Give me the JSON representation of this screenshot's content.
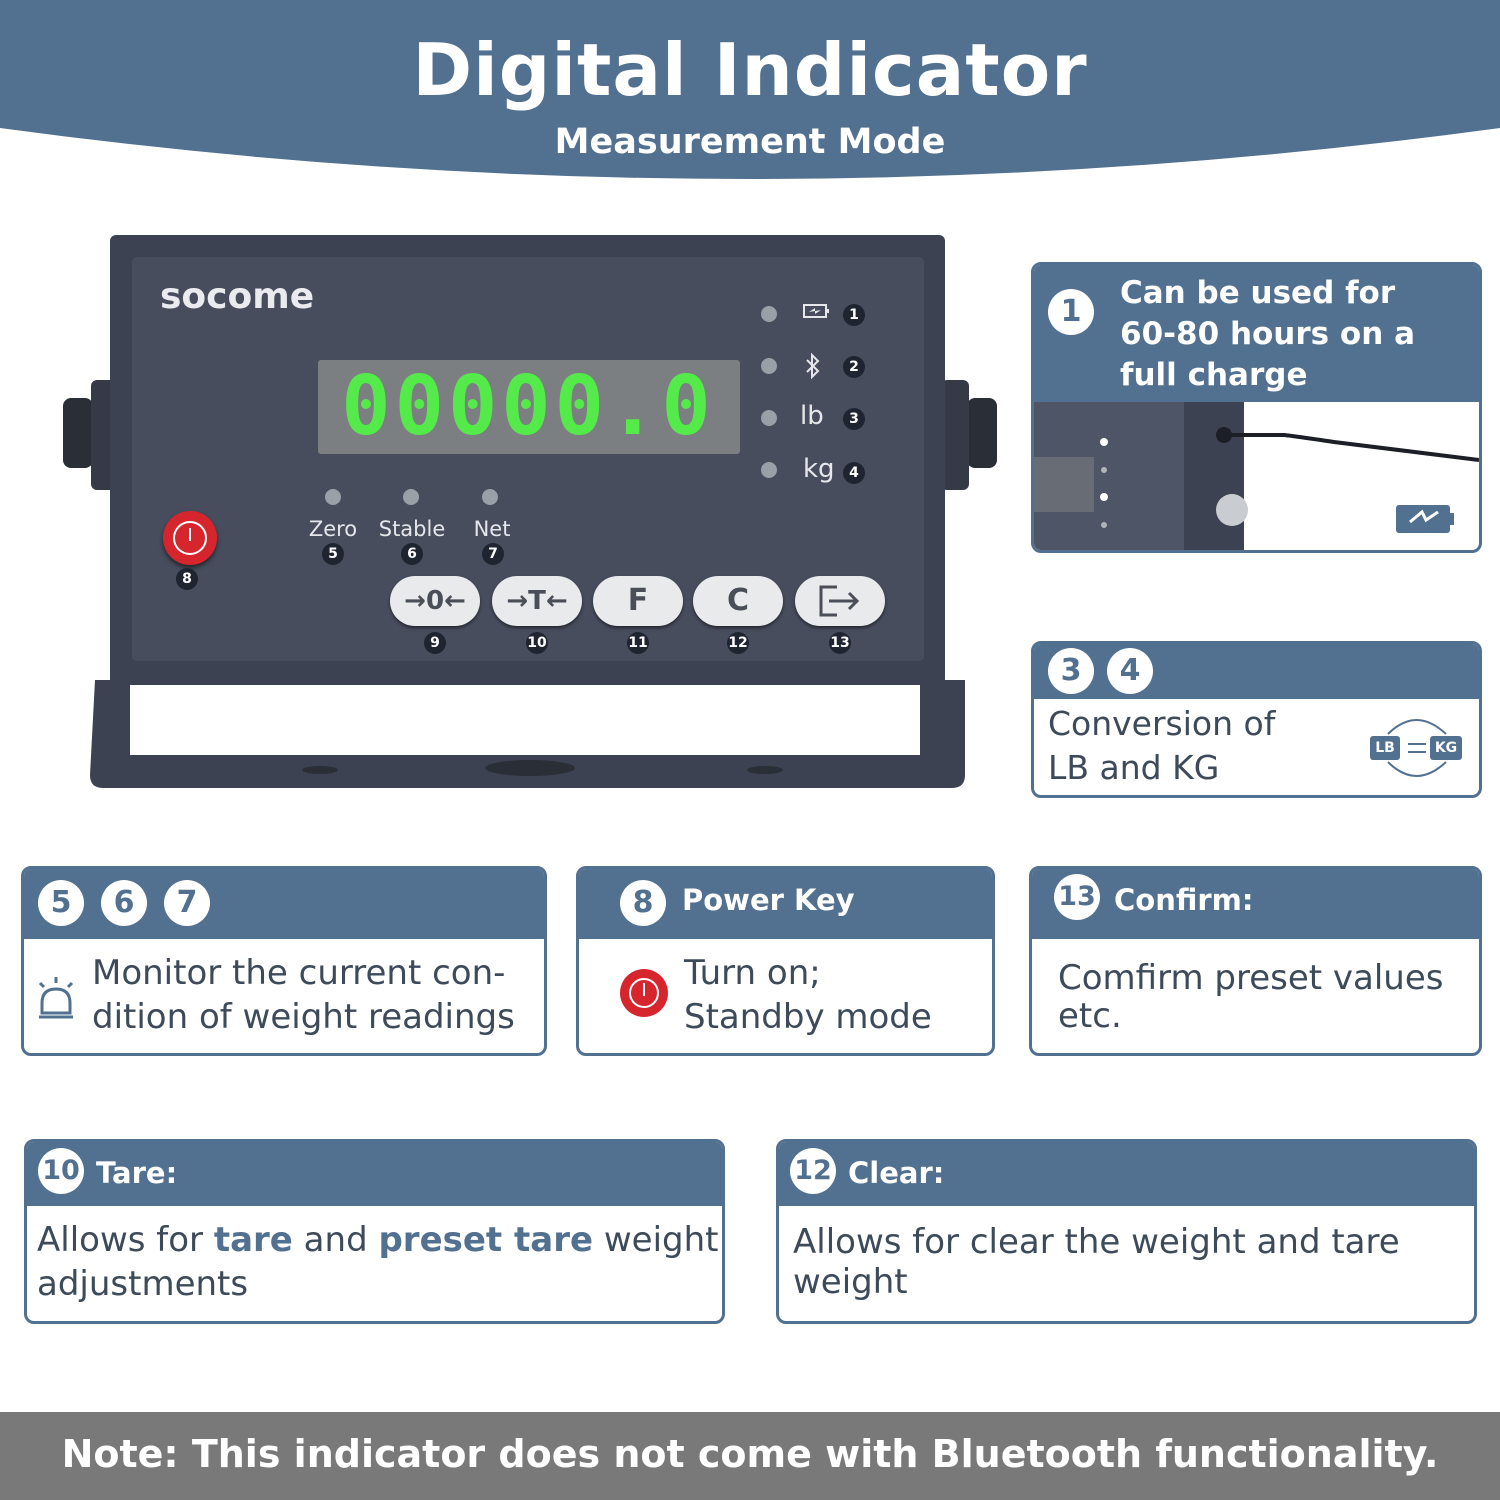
{
  "header": {
    "title": "Digital Indicator",
    "subtitle": "Measurement Mode"
  },
  "device": {
    "brand": "socome",
    "display_value": "00000.0",
    "indicator_rows": [
      {
        "icon": "battery-charging-icon",
        "label": "",
        "num": "1"
      },
      {
        "icon": "bluetooth-icon",
        "label": "",
        "num": "2"
      },
      {
        "icon": "",
        "label": "lb",
        "num": "3"
      },
      {
        "icon": "",
        "label": "kg",
        "num": "4"
      }
    ],
    "status_leds": [
      {
        "label": "Zero",
        "num": "5"
      },
      {
        "label": "Stable",
        "num": "6"
      },
      {
        "label": "Net",
        "num": "7"
      }
    ],
    "power_num": "8",
    "keys": [
      {
        "label": "→0←",
        "num": "9"
      },
      {
        "label": "→T←",
        "num": "10"
      },
      {
        "label": "F",
        "num": "11"
      },
      {
        "label": "C",
        "num": "12"
      },
      {
        "label": "",
        "icon": "confirm-icon",
        "num": "13"
      }
    ]
  },
  "callouts": {
    "battery": {
      "num": "1",
      "text_line1": "Can be used for",
      "text_line2": "60-80 hours on a",
      "text_line3": "full charge"
    },
    "units": {
      "num_a": "3",
      "num_b": "4",
      "text_line1": "Conversion of",
      "text_line2": "LB and KG",
      "badge_lb": "LB",
      "badge_kg": "KG"
    },
    "status": {
      "num_a": "5",
      "num_b": "6",
      "num_c": "7",
      "text_line1": "Monitor the current con-",
      "text_line2": "dition of weight readings"
    },
    "power": {
      "num": "8",
      "title": "Power Key",
      "text_line1": "Turn on;",
      "text_line2": "Standby mode"
    },
    "confirm": {
      "num": "13",
      "title": "Confirm:",
      "text_line1": "Comfirm preset values",
      "text_line2": "etc."
    },
    "tare": {
      "num": "10",
      "title": "Tare:",
      "t1": "Allows for ",
      "t2": "tare",
      "t3": " and ",
      "t4": "preset tare",
      "t5": " weight",
      "text_line2": "adjustments"
    },
    "clear": {
      "num": "12",
      "title": "Clear:",
      "text_line1": "Allows for clear the weight and tare",
      "text_line2": "weight"
    }
  },
  "footer": {
    "note": "Note: This indicator does not come with Bluetooth functionality."
  },
  "colors": {
    "header_blue": "#52708f",
    "device_body": "#3c4252",
    "display_green": "#53ea4a",
    "power_red": "#d7252d",
    "footer_gray": "#797979"
  }
}
